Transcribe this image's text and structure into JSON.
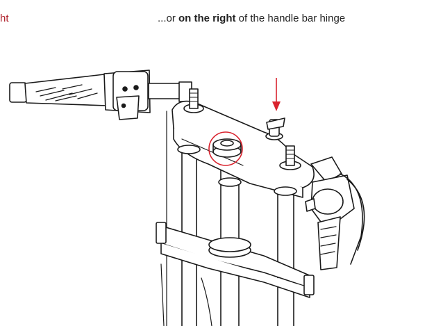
{
  "captions": {
    "left_fragment": "ht",
    "right_prefix": "...or ",
    "right_bold": "on the right",
    "right_suffix": " of the handle bar hinge"
  },
  "colors": {
    "line": "#1a1a1a",
    "highlight": "#d9232e",
    "background": "#ffffff"
  },
  "icons": {
    "pointer": "arrow-down-icon",
    "marker": "circle-marker"
  }
}
